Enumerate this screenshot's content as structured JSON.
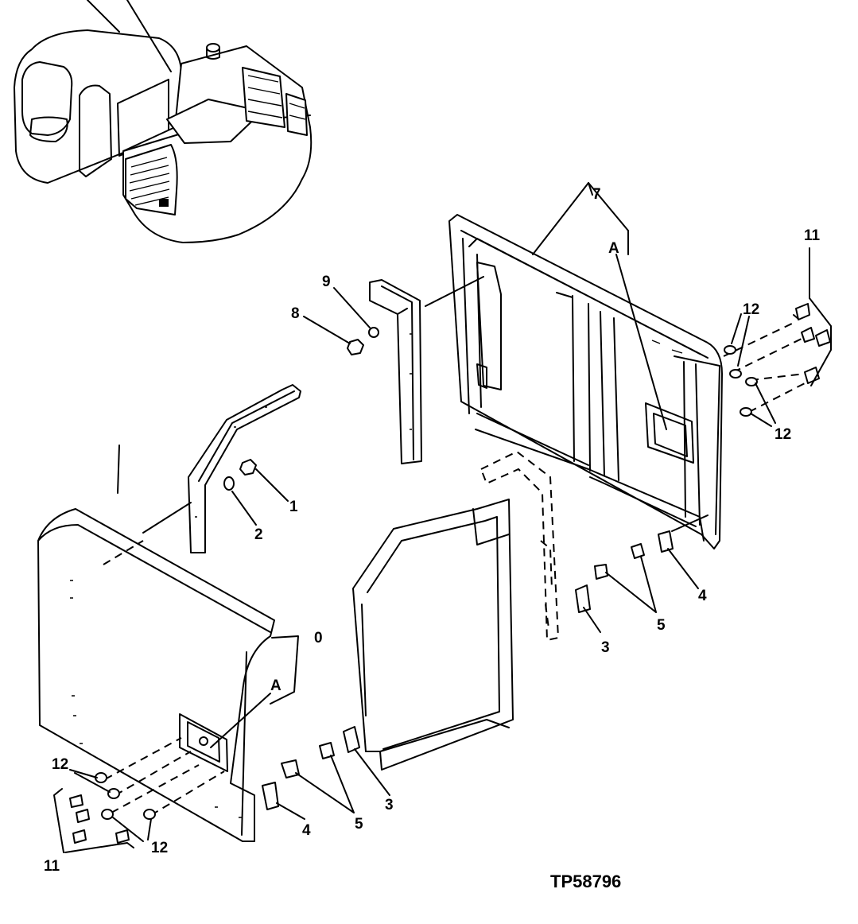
{
  "diagram": {
    "figure_code": "TP58796",
    "callouts": {
      "c0": "0",
      "c1": "1",
      "c2": "2",
      "c3a": "3",
      "c3b": "3",
      "c4a": "4",
      "c4b": "4",
      "c5a": "5",
      "c5b": "5",
      "c7": "7",
      "c8": "8",
      "c9": "9",
      "c11a": "11",
      "c11b": "11",
      "c12a": "12",
      "c12b": "12",
      "c12c": "12",
      "c12d": "12",
      "cAa": "A",
      "cAb": "A"
    }
  }
}
